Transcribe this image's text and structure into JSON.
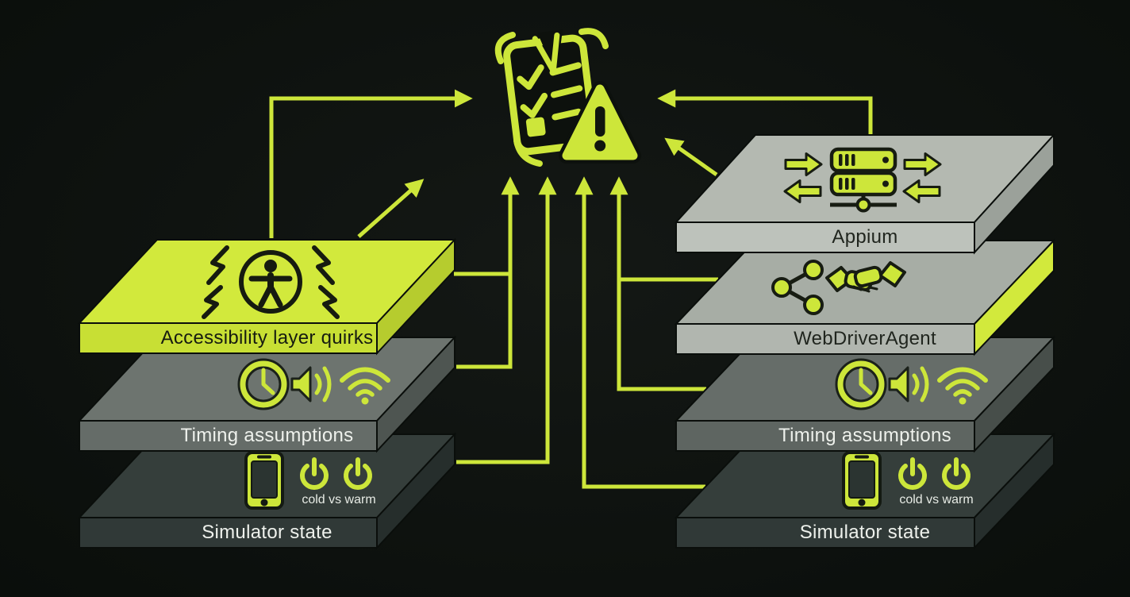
{
  "diagram": {
    "title": "",
    "center_icon": "broken-checklist-warning-icon",
    "colors": {
      "accent": "#cde63a",
      "background": "#0e1210",
      "slab_light_gray": "#b4b9b1",
      "slab_mid_gray": "#6d746f",
      "slab_dark": "#353e3b",
      "label_light": "#eef1ec",
      "label_dark": "#161b10"
    }
  },
  "left_stack": {
    "layers": [
      {
        "label": "Accessibility layer quirks",
        "icons": [
          "lightning-bolts-icon",
          "accessibility-icon",
          "lightning-bolts-icon"
        ]
      },
      {
        "label": "Timing assumptions",
        "icons": [
          "clock-icon",
          "speaker-icon",
          "wifi-icon"
        ]
      },
      {
        "label": "Simulator state",
        "icons": [
          "phone-icon",
          "power-icon",
          "power-icon"
        ],
        "caption": "cold vs warm"
      }
    ]
  },
  "right_stack": {
    "layers": [
      {
        "label": "Appium",
        "icons": [
          "in-out-arrows-icon",
          "server-icon",
          "in-out-arrows-icon"
        ]
      },
      {
        "label": "WebDriverAgent",
        "icons": [
          "share-icon",
          "handshake-icon"
        ]
      },
      {
        "label": "Timing assumptions",
        "icons": [
          "clock-icon",
          "speaker-icon",
          "wifi-icon"
        ]
      },
      {
        "label": "Simulator state",
        "icons": [
          "phone-icon",
          "power-icon",
          "power-icon"
        ],
        "caption": "cold vs warm"
      }
    ]
  }
}
